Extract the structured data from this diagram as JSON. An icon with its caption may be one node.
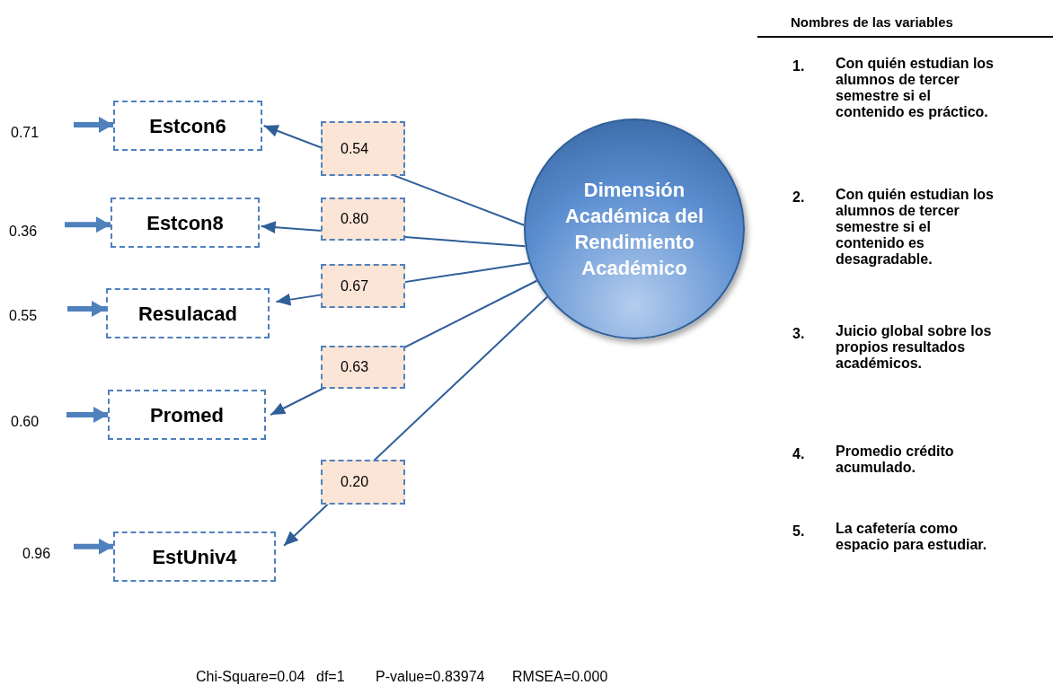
{
  "diagram": {
    "nodes": [
      {
        "text": [
          "Estcon6"
        ]
      },
      {
        "text": [
          "Estcon8"
        ]
      },
      {
        "text": [
          "Resulacad"
        ]
      },
      {
        "text": [
          "Promed"
        ]
      },
      {
        "text": [
          "EstUniv4"
        ]
      },
      {
        "text": [
          "Dimensión Académica del Rendimiento Académico"
        ]
      },
      {
        "text": [
          "0.71"
        ]
      },
      {
        "text": [
          "0.36"
        ]
      },
      {
        "text": [
          "0.55"
        ]
      },
      {
        "text": [
          "0.60"
        ]
      },
      {
        "text": [
          "0.96"
        ]
      }
    ],
    "edges": [
      {
        "from": 5,
        "to": 0,
        "arrow": "to",
        "label": "0.54"
      },
      {
        "from": 5,
        "to": 1,
        "arrow": "to",
        "label": "0.80"
      },
      {
        "from": 5,
        "to": 2,
        "arrow": "to",
        "label": "0.67"
      },
      {
        "from": 5,
        "to": 3,
        "arrow": "to",
        "label": "0.63"
      },
      {
        "from": 5,
        "to": 4,
        "arrow": "to",
        "label": "0.20"
      },
      {
        "from": 6,
        "to": 0,
        "arrow": "to",
        "style": "thick",
        "color": "#4f81bd"
      },
      {
        "from": 7,
        "to": 1,
        "arrow": "to",
        "style": "thick",
        "color": "#4f81bd"
      },
      {
        "from": 8,
        "to": 2,
        "arrow": "to",
        "style": "thick",
        "color": "#4f81bd"
      },
      {
        "from": 9,
        "to": 3,
        "arrow": "to",
        "style": "thick",
        "color": "#4f81bd"
      },
      {
        "from": 10,
        "to": 4,
        "arrow": "to",
        "style": "thick",
        "color": "#4f81bd"
      }
    ],
    "labels": [
      "Nombres de las variables",
      "1.",
      "Con quién estudian los alumnos de tercer semestre si el contenido es práctico.",
      "2.",
      "Con quién estudian los alumnos de tercer semestre si el contenido es desagradable.",
      "3.",
      "Juicio global sobre los propios resultados académicos.",
      "4.",
      "Promedio crédito acumulado.",
      "5.",
      "La cafetería como espacio para estudiar.",
      "Chi-Square=0.04",
      "df=1",
      "P-value=0.83974",
      "RMSEA=0.000"
    ]
  }
}
